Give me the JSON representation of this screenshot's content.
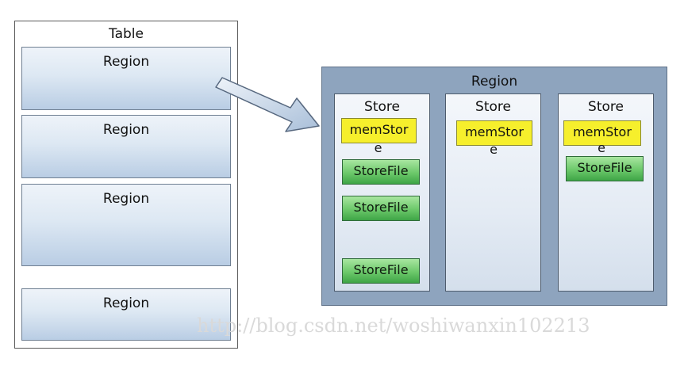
{
  "table": {
    "title": "Table",
    "regions": [
      "Region",
      "Region",
      "Region",
      "Region"
    ],
    "ellipsis": "……"
  },
  "region_detail": {
    "title": "Region",
    "stores": [
      {
        "title": "Store",
        "memstore_line1": "memStor",
        "memstore_line2": "e",
        "storefiles": [
          "StoreFile",
          "StoreFile",
          "StoreFile"
        ]
      },
      {
        "title": "Store",
        "memstore_line1": "memStor",
        "memstore_line2": "e",
        "storefiles": []
      },
      {
        "title": "Store",
        "memstore_line1": "memStor",
        "memstore_line2": "e",
        "storefiles": [
          "StoreFile"
        ]
      }
    ]
  },
  "watermark": "http://blog.csdn.net/woshiwanxin102213",
  "colors": {
    "panel": "#8ea4be",
    "memstore": "#f6ef2c",
    "storefile": "#6cc86a",
    "region_gradient_end": "#b9cde4"
  }
}
